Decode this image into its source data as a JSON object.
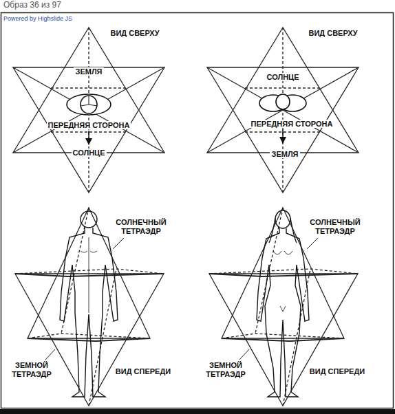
{
  "diagram": {
    "labels": [
      "Образ 36 из 97",
      "Powered by Highslide JS",
      "ВИД СВЕРХУ",
      "ЗЕМЛЯ",
      "ПЕРЕДНЯЯ СТОРОНА",
      "СОЛНЦЕ",
      "ВИД СВЕРХУ",
      "СОЛНЦЕ",
      "ПЕРЕДНЯЯ СТОРОНА",
      "ЗЕМЛЯ",
      "СОЛНЕЧНЫЙ ТЕТРАЭДР",
      "ЗЕМНОЙ ТЕТРАЭДР",
      "ВИД СПЕРЕДИ",
      "СОЛНЕЧНЫЙ ТЕТРАЭДР",
      "ЗЕМНОЙ ТЕТРАЭДР",
      "ВИД СПЕРЕДИ"
    ]
  }
}
